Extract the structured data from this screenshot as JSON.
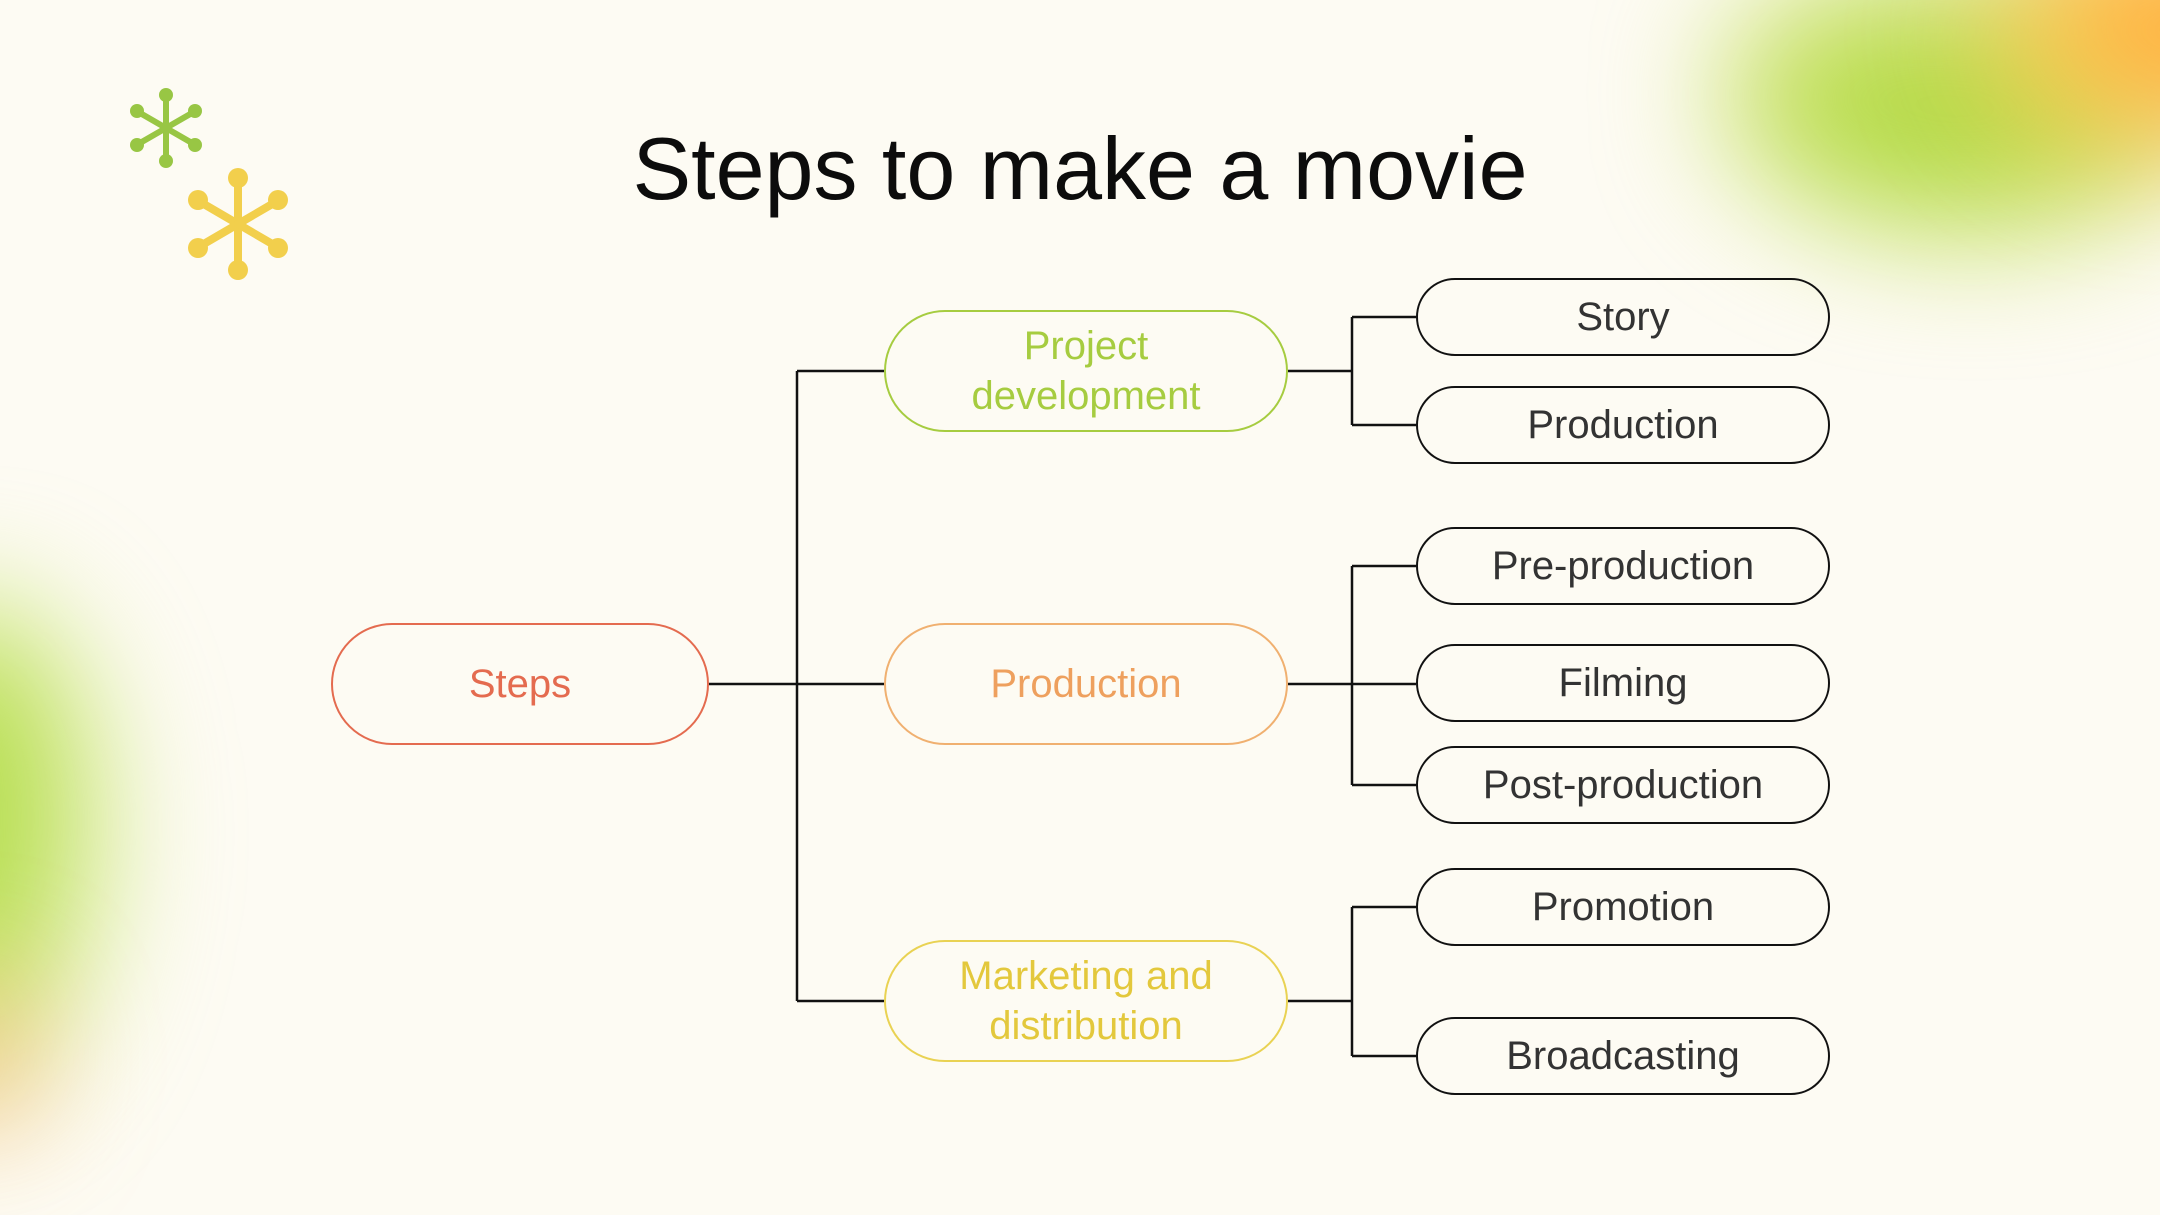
{
  "title": "Steps to make a movie",
  "colors": {
    "background": "#fdfbf3",
    "root": "#e46b4f",
    "project_development": "#a6cc40",
    "production": "#eea05e",
    "marketing": "#e3c83c",
    "leaf_border": "#111111",
    "connector": "#111111",
    "deco_green": "#98c644",
    "deco_yellow": "#f2cf4c"
  },
  "decorations": [
    "green-asterisk-icon",
    "yellow-asterisk-icon"
  ],
  "diagram": {
    "root": "Steps",
    "branches": [
      {
        "label": "Project\ndevelopment",
        "children": [
          "Story",
          "Production"
        ]
      },
      {
        "label": "Production",
        "children": [
          "Pre-production",
          "Filming",
          "Post-production"
        ]
      },
      {
        "label": "Marketing and\ndistribution",
        "children": [
          "Promotion",
          "Broadcasting"
        ]
      }
    ]
  }
}
